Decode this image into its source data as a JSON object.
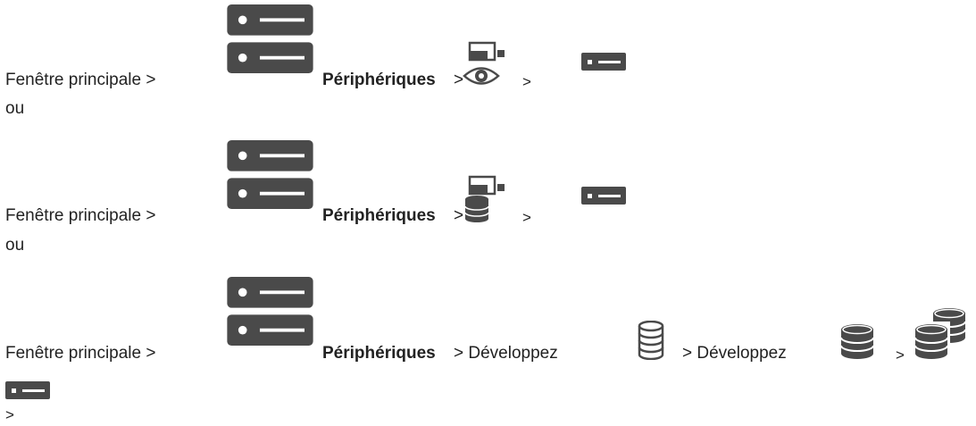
{
  "lines": [
    {
      "prefix": "Fenêtre principale >",
      "devices_label": "Périphériques",
      "after_devices": ">",
      "after_icon": ">",
      "icons": [
        "devices-icon",
        "video-eye-device-icon",
        "encoder-icon"
      ],
      "connector": "ou"
    },
    {
      "prefix": "Fenêtre principale >",
      "devices_label": "Périphériques",
      "after_devices": ">",
      "after_icon": ">",
      "icons": [
        "devices-icon",
        "video-storage-device-icon",
        "encoder-icon"
      ],
      "connector": "ou"
    },
    {
      "prefix": "Fenêtre principale >",
      "devices_label": "Périphériques",
      "expand_1": "> Développez",
      "expand_2": "> Développez",
      "after_db": ">",
      "trailing": ">",
      "icons": [
        "devices-icon",
        "storage-outline-icon",
        "storage-filled-icon",
        "storage-pool-icon",
        "encoder-icon"
      ]
    }
  ]
}
